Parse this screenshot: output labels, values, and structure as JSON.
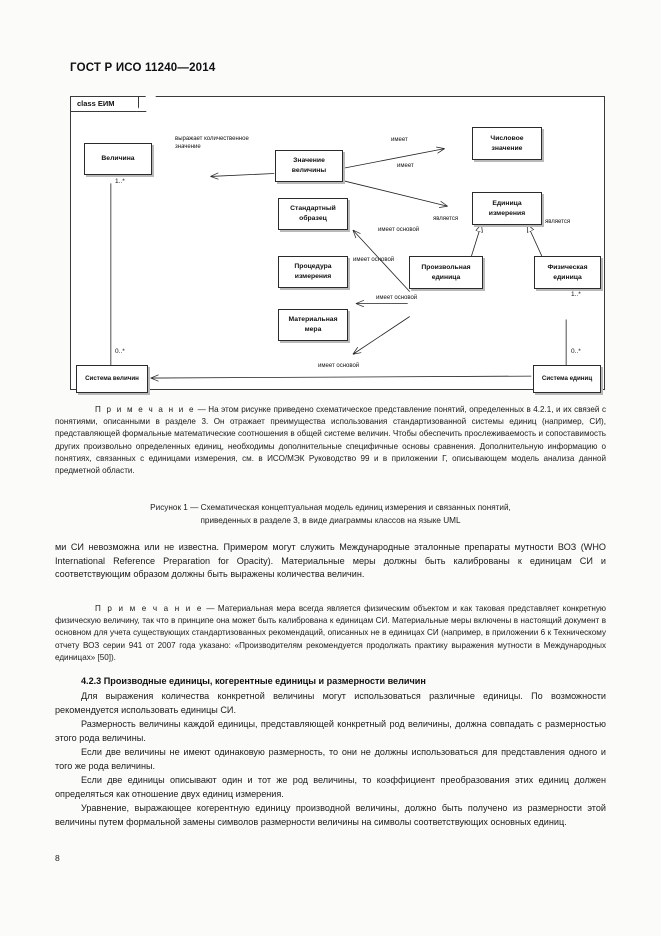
{
  "document": {
    "standard_header": "ГОСТ Р ИСО 11240—2014",
    "page_number": "8"
  },
  "diagram": {
    "frame_label": "class ЕИМ",
    "nodes": [
      {
        "id": "velichina",
        "label": "Величина"
      },
      {
        "id": "znachenie",
        "label": "Значение\nвеличины"
      },
      {
        "id": "chislovoe",
        "label": "Числовое\nзначение"
      },
      {
        "id": "edinica",
        "label": "Единица\nизмерения"
      },
      {
        "id": "standartny",
        "label": "Стандартный\nобразец"
      },
      {
        "id": "procedura",
        "label": "Процедура\nизмерения"
      },
      {
        "id": "materialnaya",
        "label": "Материальная\nмера"
      },
      {
        "id": "proizvolnaya",
        "label": "Произвольная\nединица"
      },
      {
        "id": "fizicheskaya",
        "label": "Физическая\nединица"
      },
      {
        "id": "sistema_velichin",
        "label": "Система величин"
      },
      {
        "id": "sistema_edinic",
        "label": "Система единиц"
      }
    ],
    "edge_labels": {
      "vyrazhaet": "выражает количественное\nзначение",
      "imeet_1": "имеет",
      "imeet_2": "имеет",
      "yavlyaetsya_1": "является",
      "yavlyaetsya_2": "является",
      "imeet_osnovoy_1": "имеет основой",
      "imeet_osnovoy_2": "имеет основой",
      "imeet_osnovoy_3": "имеет основой",
      "imeet_osnovoy_4": "имеет основой"
    },
    "multiplicities": {
      "velichina_down": "1..*",
      "sistema_velichin_up": "0..*",
      "fizicheskaya_down": "1..*",
      "sistema_edinic_up": "0..*"
    }
  },
  "note_1": {
    "lead": "П р и м е ч а н и е",
    "dash": " — ",
    "text": "На этом рисунке приведено схематическое представление понятий, определенных в 4.2.1, и их связей с понятиями, описанными в разделе 3. Он отражает преимущества использования стандартизованной системы единиц (например, СИ), представляющей формальные математические соотношения в общей системе величин. Чтобы обеспечить прослеживаемость и сопоставимость других произвольно определенных единиц, необходимы дополнительные специфичные основы сравнения. Дополнительную информацию о понятиях, связанных с единицами измерения, см. в ИСО/МЭК Руководство 99 и в приложении Г, описывающем модель анализа данной предметной области."
  },
  "figure_caption": {
    "line1": "Рисунок  1 — Схематическая концептуальная модель единиц измерения и связанных понятий,",
    "line2": "приведенных в разделе 3, в виде диаграммы классов на языке UML"
  },
  "body": {
    "para_continued": "ми СИ невозможна или не известна. Примером могут служить Международные эталонные препараты мутности ВОЗ (WHO International Reference Preparation for Opacity). Материальные меры должны быть калиброваны к единицам СИ и соответствующим образом должны быть выражены количества величин.",
    "note_2_lead": "П р и м е ч а н и е",
    "note_2_dash": " — ",
    "note_2_text": "Материальная мера всегда является физическим объектом и как таковая представляет конкретную физическую величину, так что в принципе она может быть калибрована к единицам СИ. Материальные меры включены в настоящий документ в основном для учета существующих стандартизованных рекомендаций, описанных не в единицах СИ (например, в приложении 6 к Техническому отчету ВОЗ серии 941 от 2007 года указано: «Производителям рекомендуется продолжать практику выражения мутности в Международных единицах» [50]).",
    "section_heading": "4.2.3  Производные единицы, когерентные единицы и размерности величин",
    "para_1": "Для выражения количества конкретной величины могут использоваться различные единицы. По возможности рекомендуется использовать единицы СИ.",
    "para_2": "Размерность величины каждой единицы, представляющей конкретный род величины, должна совпадать с размерностью этого рода величины.",
    "para_3": "Если две величины не имеют одинаковую размерность, то они не должны использоваться для представления одного и того же рода величины.",
    "para_4": "Если две единицы описывают один и тот же род величины, то коэффициент преобразования этих единиц должен определяться как отношение двух единиц измерения.",
    "para_5": "Уравнение, выражающее когерентную единицу производной величины, должно быть получено из размерности этой величины путем формальной замены символов размерности величины на символы соответствующих основных единиц."
  }
}
